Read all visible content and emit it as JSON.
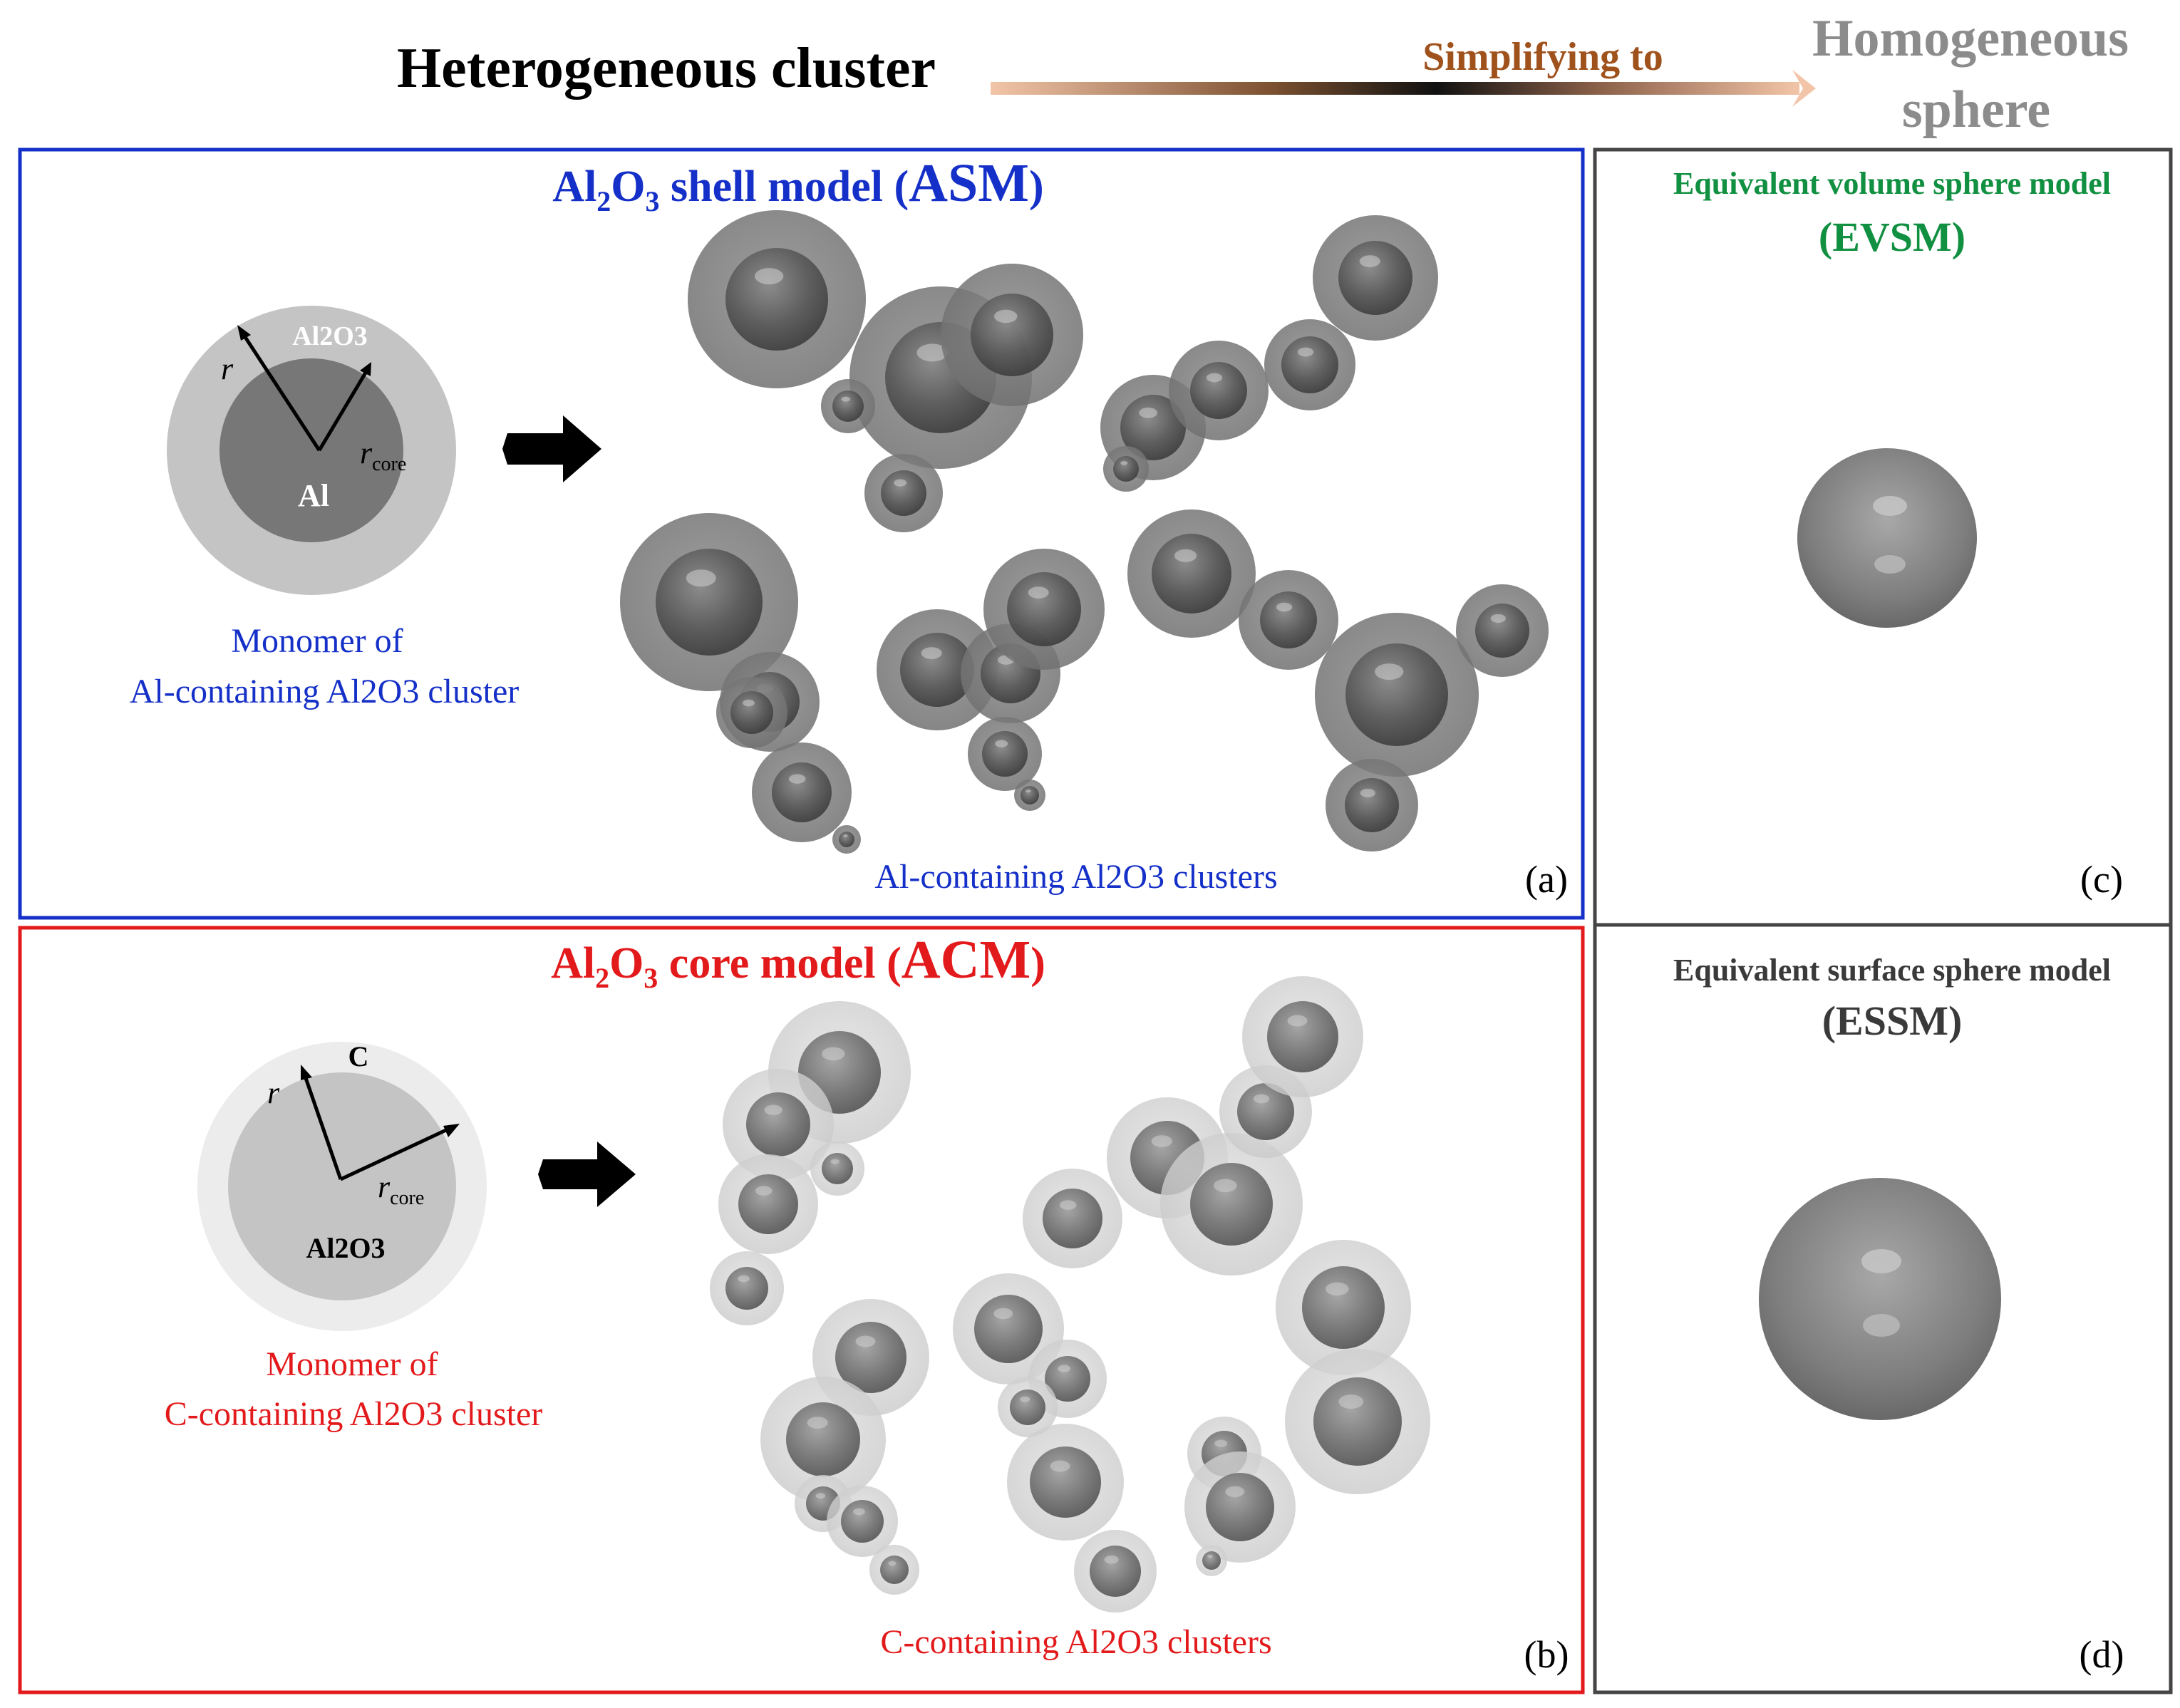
{
  "header": {
    "left_title": "Heterogeneous cluster",
    "arrow_label": "Simplifying to",
    "right_title_line1": "Homogeneous",
    "right_title_line2": "sphere"
  },
  "panel_a": {
    "title_prefix": "Al",
    "title_sub1": "2",
    "title_mid": "O",
    "title_sub2": "3",
    "title_rest": " shell  model (",
    "title_abbr": "ASM",
    "title_close": ")",
    "monomer_shell_label": "Al2O3",
    "monomer_core_label": "Al",
    "r_label": "r",
    "r_core_label": "r",
    "r_core_sub": "core",
    "caption_line1": "Monomer of",
    "caption_line2": "Al-containing Al2O3 cluster",
    "clusters_caption": "Al-containing Al2O3 clusters",
    "panel_letter": "(a)",
    "color": "#1530c8"
  },
  "panel_b": {
    "title_prefix": "Al",
    "title_sub1": "2",
    "title_mid": "O",
    "title_sub2": "3",
    "title_rest": " core model (",
    "title_abbr": "ACM",
    "title_close": ")",
    "monomer_shell_label": "C",
    "monomer_core_label": "Al2O3",
    "r_label": "r",
    "r_core_label": "r",
    "r_core_sub": "core",
    "caption_line1": "Monomer of",
    "caption_line2": "C-containing Al2O3 cluster",
    "clusters_caption": "C-containing Al2O3 clusters",
    "panel_letter": "(b)",
    "color": "#e31a1c"
  },
  "panel_c": {
    "title_line1": "Equivalent volume sphere model",
    "title_line2": "(EVSM)",
    "panel_letter": "(c)",
    "color": "#109040"
  },
  "panel_d": {
    "title_line1": "Equivalent  surface sphere model",
    "title_line2": "(ESSM)",
    "panel_letter": "(d)",
    "color": "#3a3a3a"
  }
}
